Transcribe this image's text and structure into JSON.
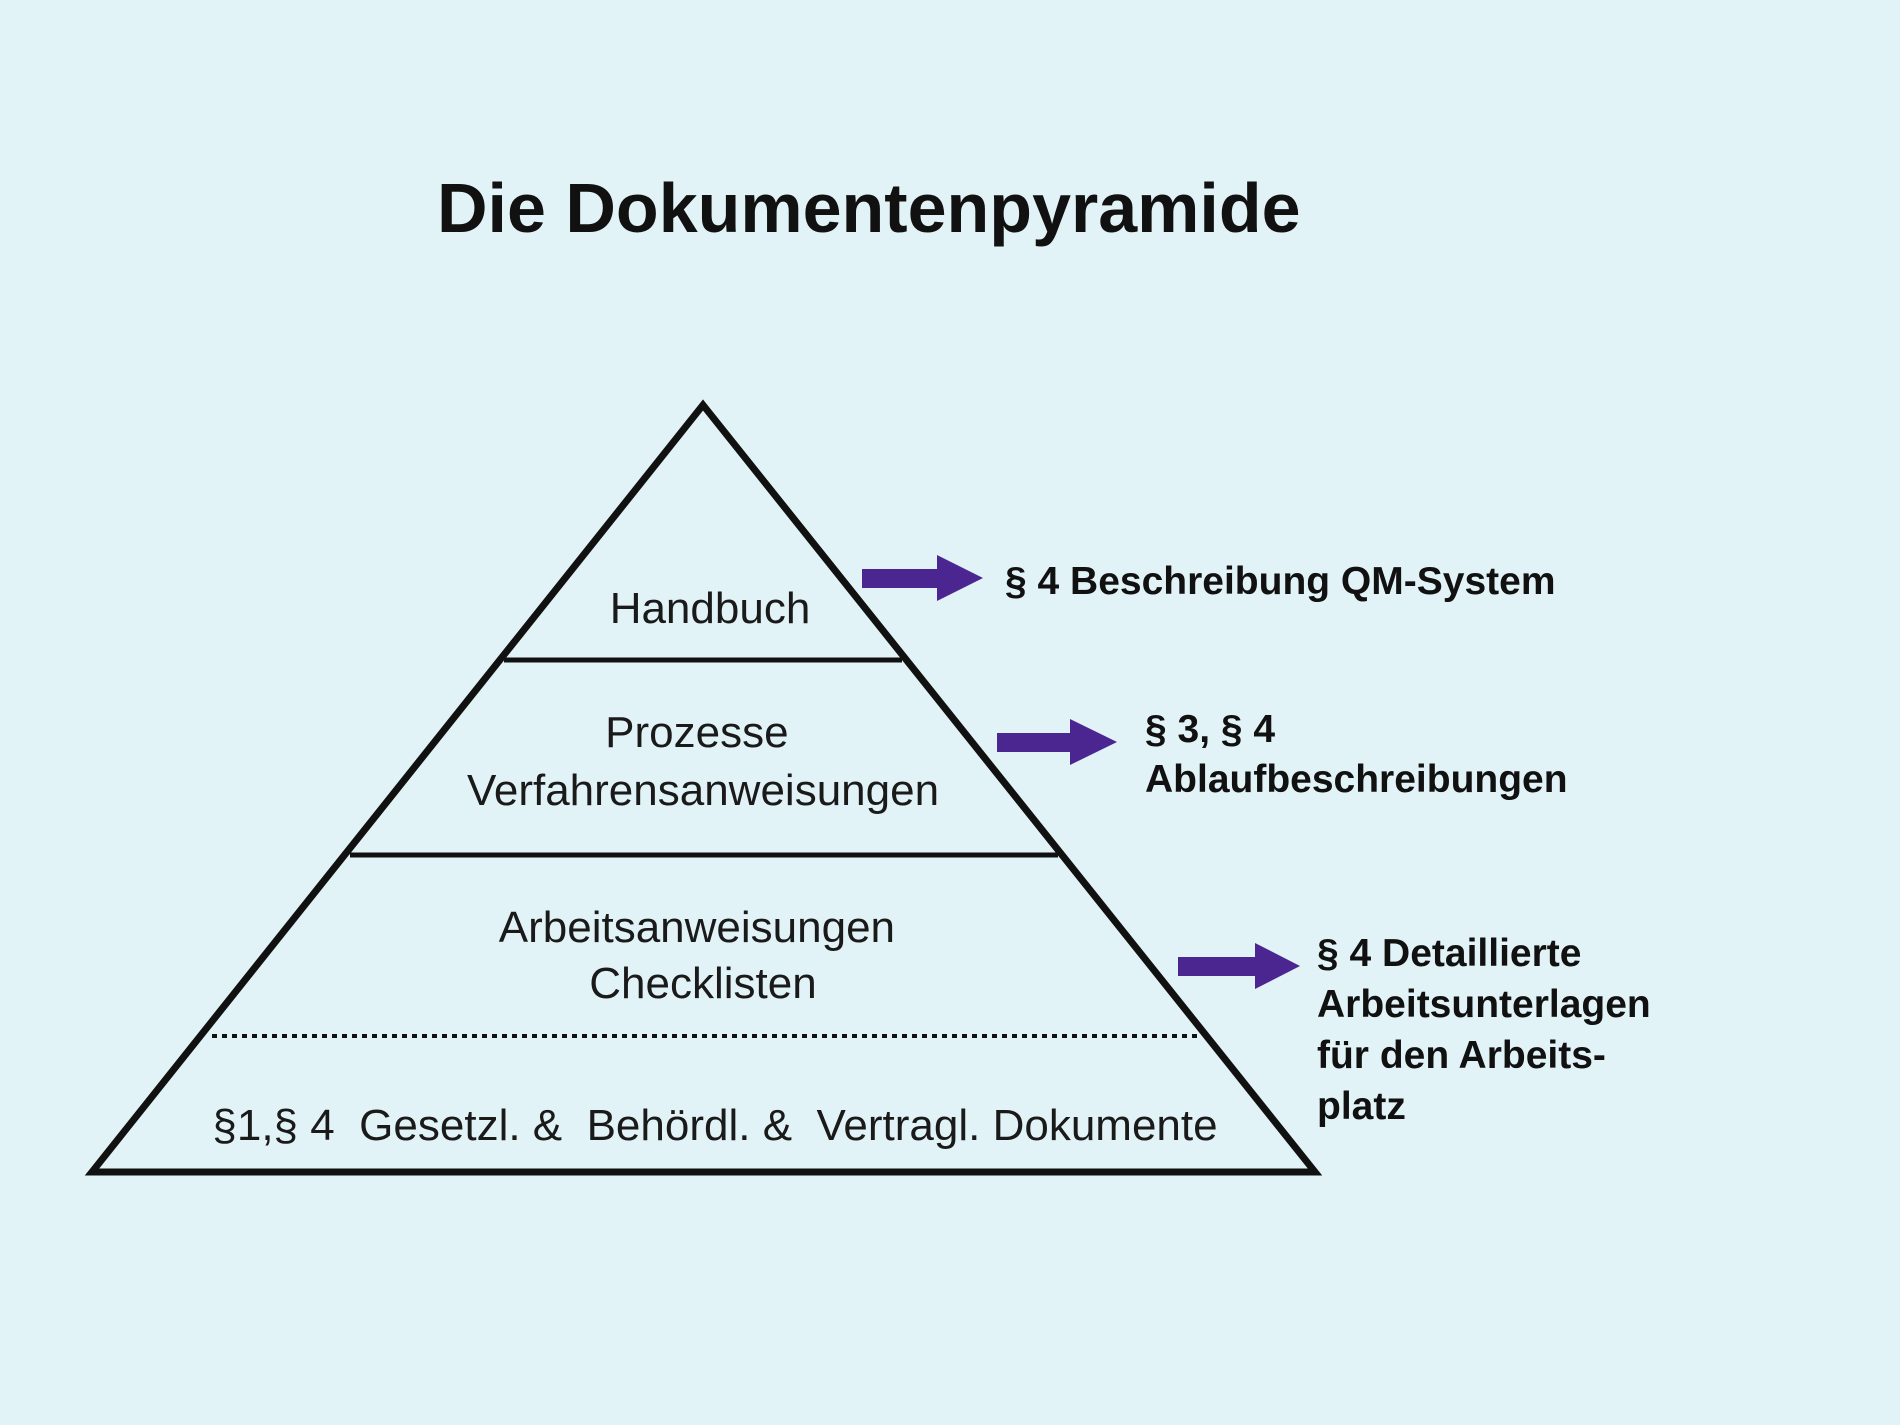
{
  "title": "Die Dokumentenpyramide",
  "colors": {
    "background": "#e2f3f7",
    "outline": "#111111",
    "arrow": "#4b2590"
  },
  "levels": [
    {
      "lines": [
        "Handbuch"
      ]
    },
    {
      "lines": [
        "Prozesse",
        "Verfahrensanweisungen"
      ]
    },
    {
      "lines": [
        "Arbeitsanweisungen",
        "Checklisten"
      ]
    },
    {
      "lines": [
        "§1,§ 4  Gesetzl. &  Behördl. &  Vertragl. Dokumente"
      ]
    }
  ],
  "references": [
    {
      "lines": [
        "§ 4 Beschreibung QM-System"
      ]
    },
    {
      "lines": [
        "§ 3, § 4",
        "Ablaufbeschreibungen"
      ]
    },
    {
      "lines": [
        "§ 4 Detaillierte",
        "Arbeitsunterlagen",
        "für den Arbeits-",
        "platz"
      ]
    }
  ]
}
